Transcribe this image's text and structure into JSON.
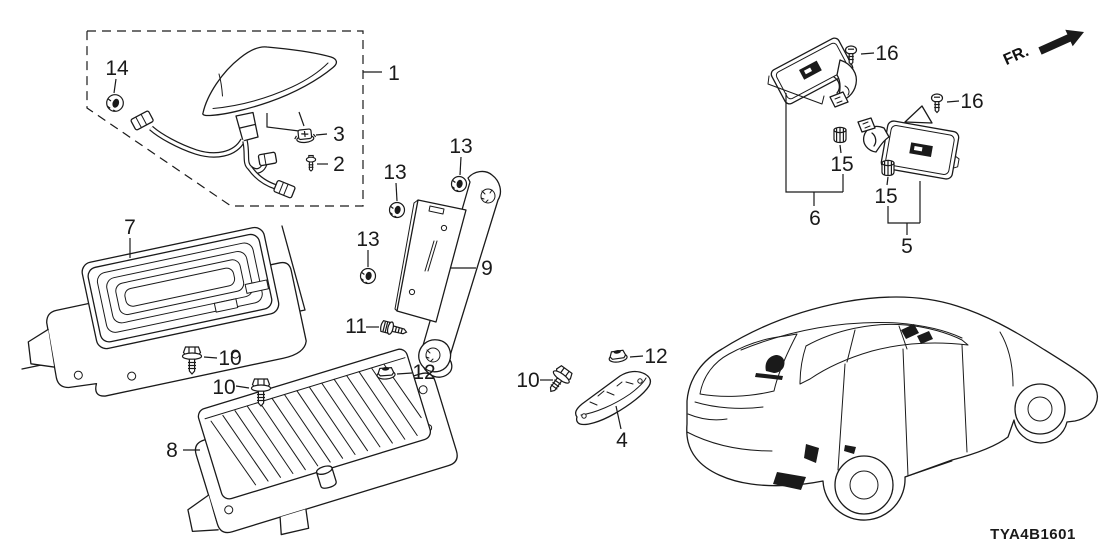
{
  "diagram_code": "TYA4B1601",
  "fr_label": "FR.",
  "colors": {
    "line": "#1a1a1a",
    "background": "#ffffff"
  },
  "callouts": [
    {
      "text": "14"
    },
    {
      "text": "1"
    },
    {
      "text": "3"
    },
    {
      "text": "2"
    },
    {
      "text": "13"
    },
    {
      "text": "13"
    },
    {
      "text": "13"
    },
    {
      "text": "9"
    },
    {
      "text": "11"
    },
    {
      "text": "12"
    },
    {
      "text": "10"
    },
    {
      "text": "10"
    },
    {
      "text": "7"
    },
    {
      "text": "8"
    },
    {
      "text": "10"
    },
    {
      "text": "12"
    },
    {
      "text": "4"
    },
    {
      "text": "16"
    },
    {
      "text": "16"
    },
    {
      "text": "15"
    },
    {
      "text": "15"
    },
    {
      "text": "6"
    },
    {
      "text": "5"
    }
  ]
}
